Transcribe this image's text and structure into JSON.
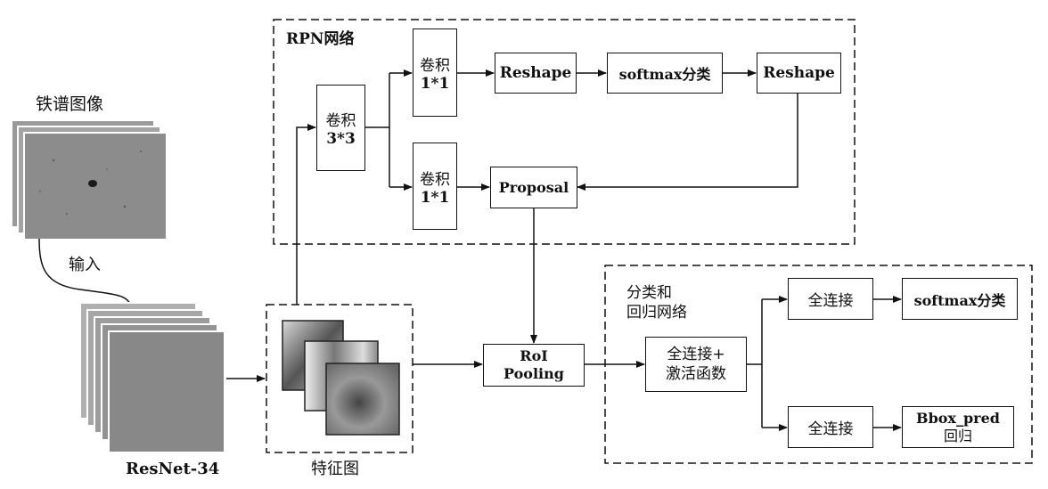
{
  "colors": {
    "line": "#111111",
    "sheet": "#7a7a7a",
    "sheet_light": "#b8b8b8",
    "ferro": "#8a8a8a"
  },
  "input_image": {
    "title": "铁谱图像",
    "arrow_label": "输入"
  },
  "backbone": {
    "label": "ResNet-34"
  },
  "feature_map": {
    "label": "特征图"
  },
  "rpn": {
    "title": "RPN网络",
    "conv3": {
      "line1": "卷积",
      "line2": "3*3"
    },
    "conv1_top": {
      "line1": "卷积",
      "line2": "1*1"
    },
    "conv1_bottom": {
      "line1": "卷积",
      "line2": "1*1"
    },
    "reshape_1": "Reshape",
    "softmax": "softmax分类",
    "reshape_2": "Reshape",
    "proposal": "Proposal"
  },
  "roi_pooling": {
    "line1": "RoI",
    "line2": "Pooling"
  },
  "head": {
    "title_line1": "分类和",
    "title_line2": "回归网络",
    "fc_act": {
      "line1": "全连接+",
      "line2": "激活函数"
    },
    "fc_top": "全连接",
    "fc_bottom": "全连接",
    "softmax": "softmax分类",
    "bbox": {
      "line1": "Bbox_pred",
      "line2": "回归"
    }
  }
}
